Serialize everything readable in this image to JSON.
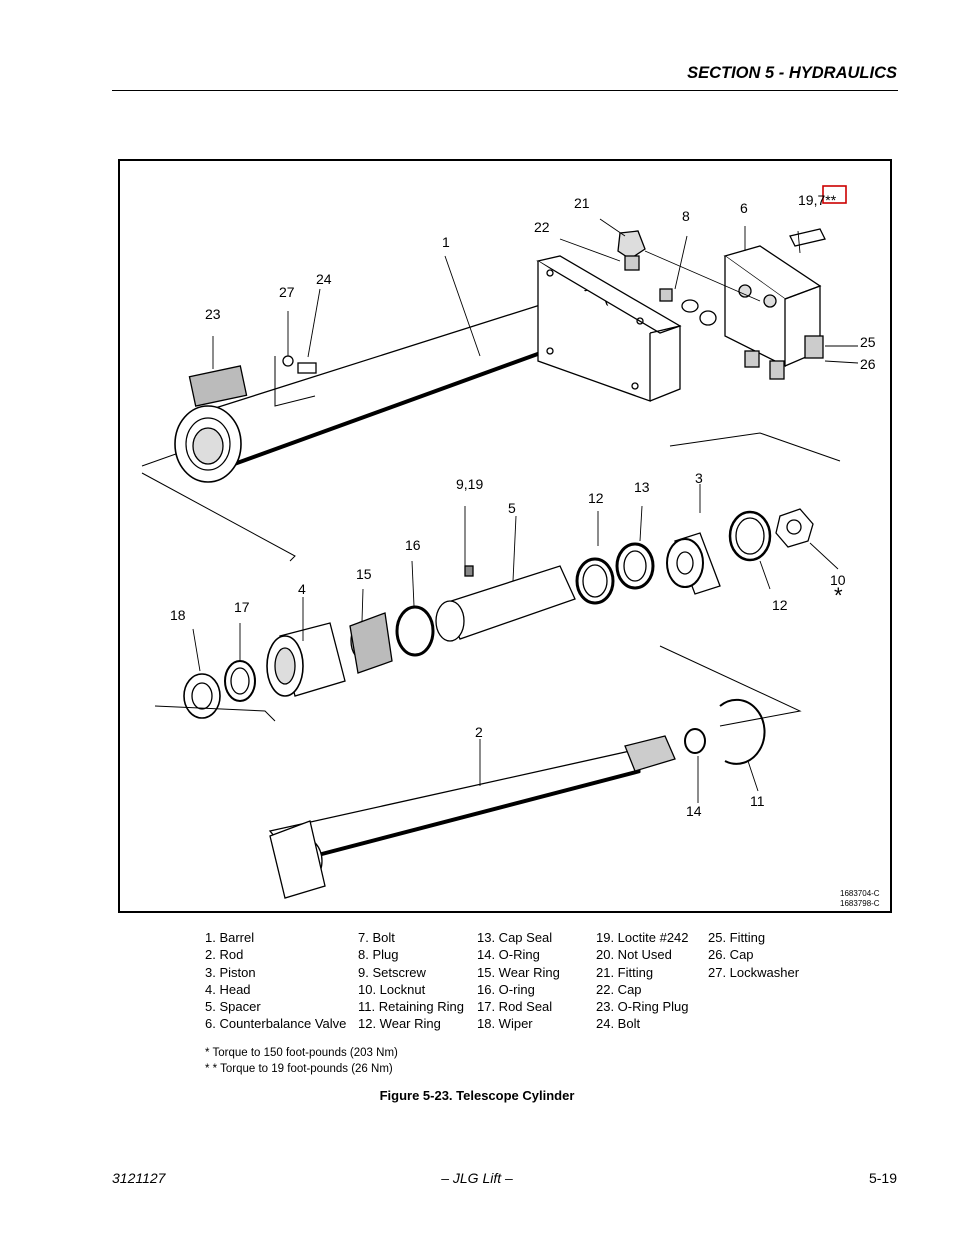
{
  "header": {
    "section_title": "SECTION 5 - HYDRAULICS"
  },
  "figure": {
    "callouts": {
      "c1": "1",
      "c2": "2",
      "c3": "3",
      "c4": "4",
      "c5": "5",
      "c6": "6",
      "c8": "8",
      "c9_19": "9,19",
      "c10": "10",
      "c11": "11",
      "c12a": "12",
      "c12b": "12",
      "c13": "13",
      "c14": "14",
      "c15": "15",
      "c16": "16",
      "c17": "17",
      "c18": "18",
      "c19_7": "19,7**",
      "c21": "21",
      "c22": "22",
      "c23": "23",
      "c24": "24",
      "c25": "25",
      "c26": "26",
      "c27": "27",
      "star": "*"
    },
    "drawing_numbers": [
      "1683704-C",
      "1683798-C"
    ]
  },
  "legend": {
    "col1": [
      "1.   Barrel",
      "2.   Rod",
      "3.   Piston",
      "4.   Head",
      "5.   Spacer",
      "6.   Counterbalance Valve"
    ],
    "col2": [
      "7.   Bolt",
      "8.   Plug",
      "9.   Setscrew",
      "10. Locknut",
      "11.  Retaining Ring",
      "12. Wear Ring"
    ],
    "col3": [
      "13. Cap Seal",
      "14. O-Ring",
      "15. Wear Ring",
      "16. O-ring",
      "17. Rod Seal",
      "18. Wiper"
    ],
    "col4": [
      "19.  Loctite #242",
      "20. Not Used",
      "21. Fitting",
      "22. Cap",
      "23. O-Ring Plug",
      "24. Bolt"
    ],
    "col5": [
      "25. Fitting",
      "26. Cap",
      "27. Lockwasher"
    ]
  },
  "notes": [
    "* Torque to 150 foot-pounds (203 Nm)",
    "* * Torque to 19 foot-pounds (26 Nm)"
  ],
  "caption": "Figure 5-23.  Telescope Cylinder",
  "footer": {
    "doc_number": "3121127",
    "publisher": "– JLG Lift –",
    "page": "5-19"
  },
  "colors": {
    "highlight_box": "#cc0000"
  }
}
